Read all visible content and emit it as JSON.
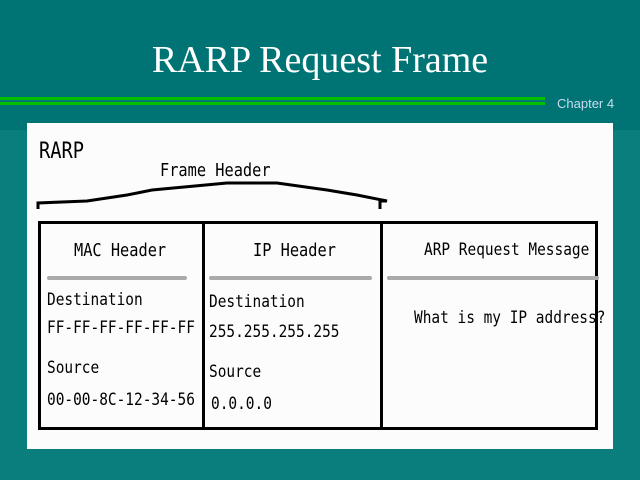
{
  "slide": {
    "title": "RARP Request Frame",
    "chapter": "Chapter 4"
  },
  "diagram": {
    "label": "RARP",
    "frame_header": "Frame Header",
    "mac": {
      "header": "MAC Header",
      "dest_label": "Destination",
      "dest": "FF-FF-FF-FF-FF-FF",
      "src_label": "Source",
      "src": "00-00-8C-12-34-56"
    },
    "ip": {
      "header": "IP Header",
      "dest_label": "Destination",
      "dest": "255.255.255.255",
      "src_label": "Source",
      "src": "0.0.0.0"
    },
    "arp": {
      "header": "ARP Request Message",
      "message": "What is my IP address?"
    }
  }
}
